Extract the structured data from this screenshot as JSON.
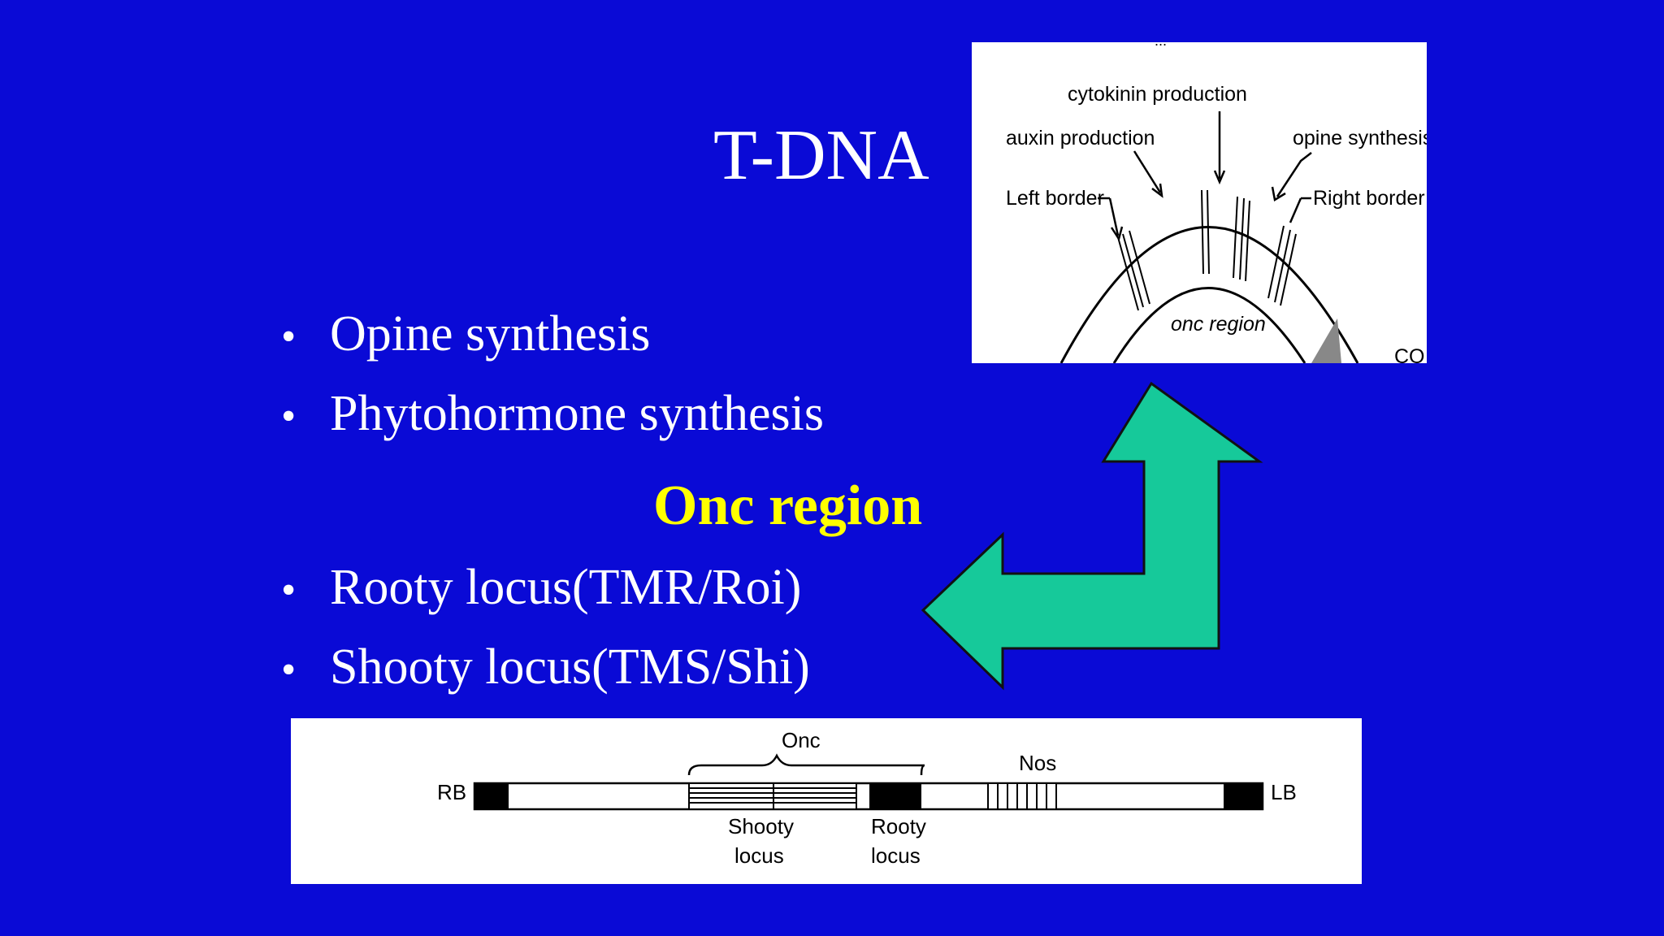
{
  "slide": {
    "title": "T-DNA",
    "bullets_top": [
      "Opine synthesis",
      "Phytohormone synthesis"
    ],
    "heading": "Onc region",
    "bullets_bottom": [
      "Rooty locus(TMR/Roi)",
      "Shooty locus(TMS/Shi)"
    ],
    "bullet_glyph": "•",
    "heading_color": "#ffff00",
    "background_color": "#0a0ad6",
    "arrow_color": "#16c99a"
  },
  "top_diagram": {
    "cut_label": "...",
    "cytokinin": "cytokinin production",
    "auxin": "auxin production",
    "opine": "opine synthesis",
    "left_border": "Left border",
    "right_border": "Right border",
    "onc_region": "onc region",
    "cut_right": "CO"
  },
  "bottom_diagram": {
    "onc": "Onc",
    "nos": "Nos",
    "rb": "RB",
    "lb": "LB",
    "shooty_1": "Shooty",
    "shooty_2": "locus",
    "rooty_1": "Rooty",
    "rooty_2": "locus"
  }
}
